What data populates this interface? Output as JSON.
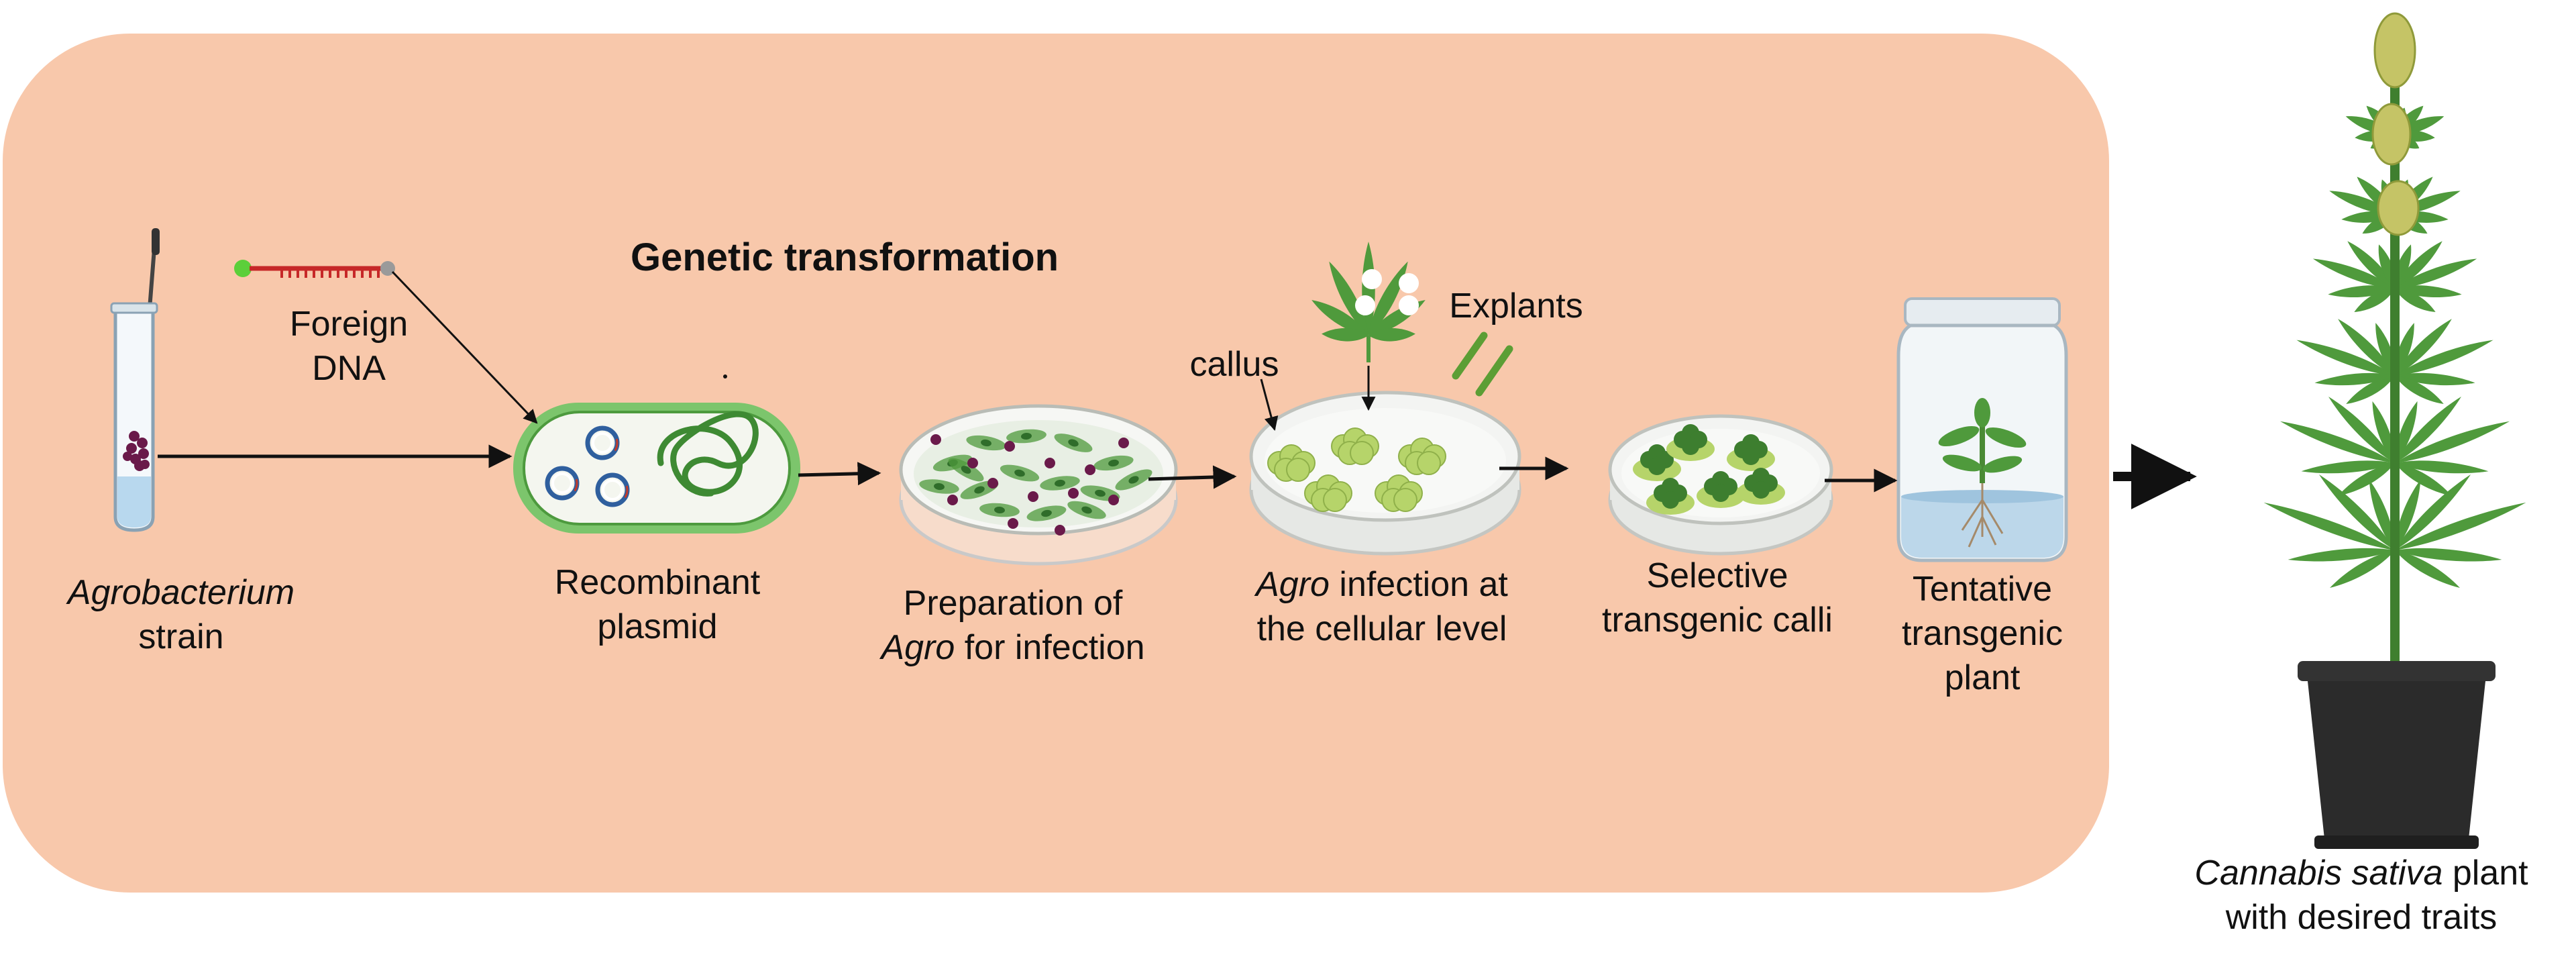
{
  "diagram": {
    "title": "Genetic transformation",
    "colors": {
      "panel": "#f8c8ab",
      "arrow": "#111111",
      "leaf": "#4f9a3c",
      "leaf_dark": "#2f6d2a",
      "callus": "#b6d46a",
      "callus_dark": "#3d7e2f",
      "bacteria": "#6a1a4a",
      "dish": "#eef2ef",
      "water": "#bcd7ea",
      "pot": "#2a2a2a"
    },
    "labels": {
      "strain_italic": "Agrobacterium",
      "strain_rest": "strain",
      "dna_line1": "Foreign",
      "dna_line2": "DNA",
      "plasmid_line1": "Recombinant",
      "plasmid_line2": "plasmid",
      "prep_line1": "Preparation of",
      "prep_italic": "Agro",
      "prep_rest": " for infection",
      "callus": "callus",
      "explants": "Explants",
      "infect_italic": "Agro",
      "infect_rest": " infection at",
      "infect_line2": "the cellular level",
      "select_line1": "Selective",
      "select_line2": "transgenic calli",
      "tent_line1": "Tentative",
      "tent_line2": "transgenic",
      "tent_line3": "plant",
      "final_italic": "Cannabis sativa",
      "final_rest": " plant",
      "final_line2": "with desired traits"
    }
  }
}
